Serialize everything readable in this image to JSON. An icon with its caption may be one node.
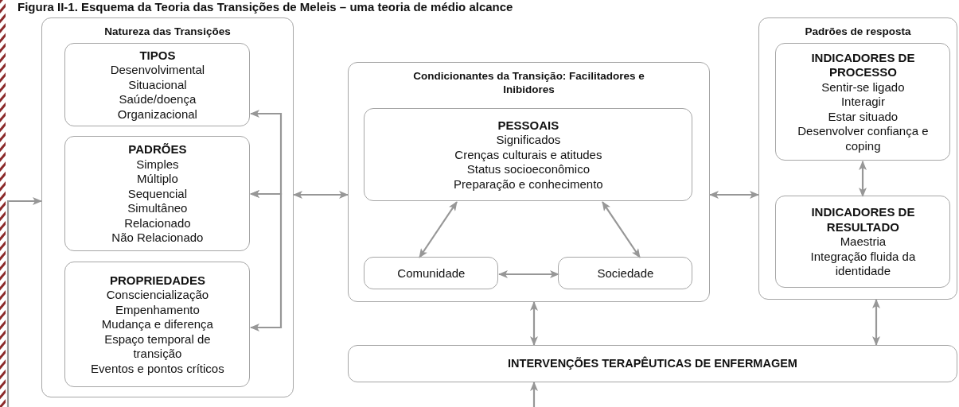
{
  "diagram": {
    "title": "Figura II-1. Esquema da Teoria das Transições de Meleis – uma teoria de médio alcance",
    "nodes": [
      {
        "text": [
          "Natureza das Transições"
        ]
      },
      {
        "text": [
          "TIPOS",
          "Desenvolvimental",
          "Situacional",
          "Saúde/doença",
          "Organizacional"
        ],
        "in": 0
      },
      {
        "text": [
          "PADRÕES",
          "Simples",
          "Múltiplo",
          "Sequencial",
          "Simultâneo",
          "Relacionado",
          "Não Relacionado"
        ],
        "in": 0
      },
      {
        "text": [
          "PROPRIEDADES",
          "Consciencialização",
          "Empenhamento",
          "Mudança e diferença",
          "Espaço temporal de transição",
          "Eventos e pontos críticos"
        ],
        "in": 0
      },
      {
        "text": [
          "Condicionantes da Transição: Facilitadores e Inibidores"
        ]
      },
      {
        "text": [
          "PESSOAIS",
          "Significados",
          "Crenças culturais e atitudes",
          "Status socioeconômico",
          "Preparação e conhecimento"
        ],
        "in": 4
      },
      {
        "text": [
          "Comunidade"
        ],
        "in": 4
      },
      {
        "text": [
          "Sociedade"
        ],
        "in": 4
      },
      {
        "text": [
          "Padrões de resposta"
        ]
      },
      {
        "text": [
          "INDICADORES DE PROCESSO",
          "Sentir-se ligado",
          "Interagir",
          "Estar situado",
          "Desenvolver confiança e coping"
        ],
        "in": 8
      },
      {
        "text": [
          "INDICADORES DE RESULTADO",
          "Maestria",
          "Integração fluida da identidade"
        ],
        "in": 8
      },
      {
        "text": [
          "INTERVENÇÕES TERAPÊUTICAS DE ENFERMAGEM"
        ]
      }
    ],
    "edges": [
      {
        "from": null,
        "to": 0,
        "arrow": "to"
      },
      {
        "from": 1,
        "to": 2,
        "arrow": "both"
      },
      {
        "from": 2,
        "to": 3,
        "arrow": "both"
      },
      {
        "from": 0,
        "to": 4,
        "arrow": "both"
      },
      {
        "from": 4,
        "to": 8,
        "arrow": "both"
      },
      {
        "from": 5,
        "to": 6,
        "arrow": "both"
      },
      {
        "from": 5,
        "to": 7,
        "arrow": "both"
      },
      {
        "from": 6,
        "to": 7,
        "arrow": "both"
      },
      {
        "from": 9,
        "to": 10,
        "arrow": "both"
      },
      {
        "from": 4,
        "to": 11,
        "arrow": "both"
      },
      {
        "from": 8,
        "to": 11,
        "arrow": "both"
      },
      {
        "from": null,
        "to": 11,
        "arrow": "to"
      }
    ]
  }
}
